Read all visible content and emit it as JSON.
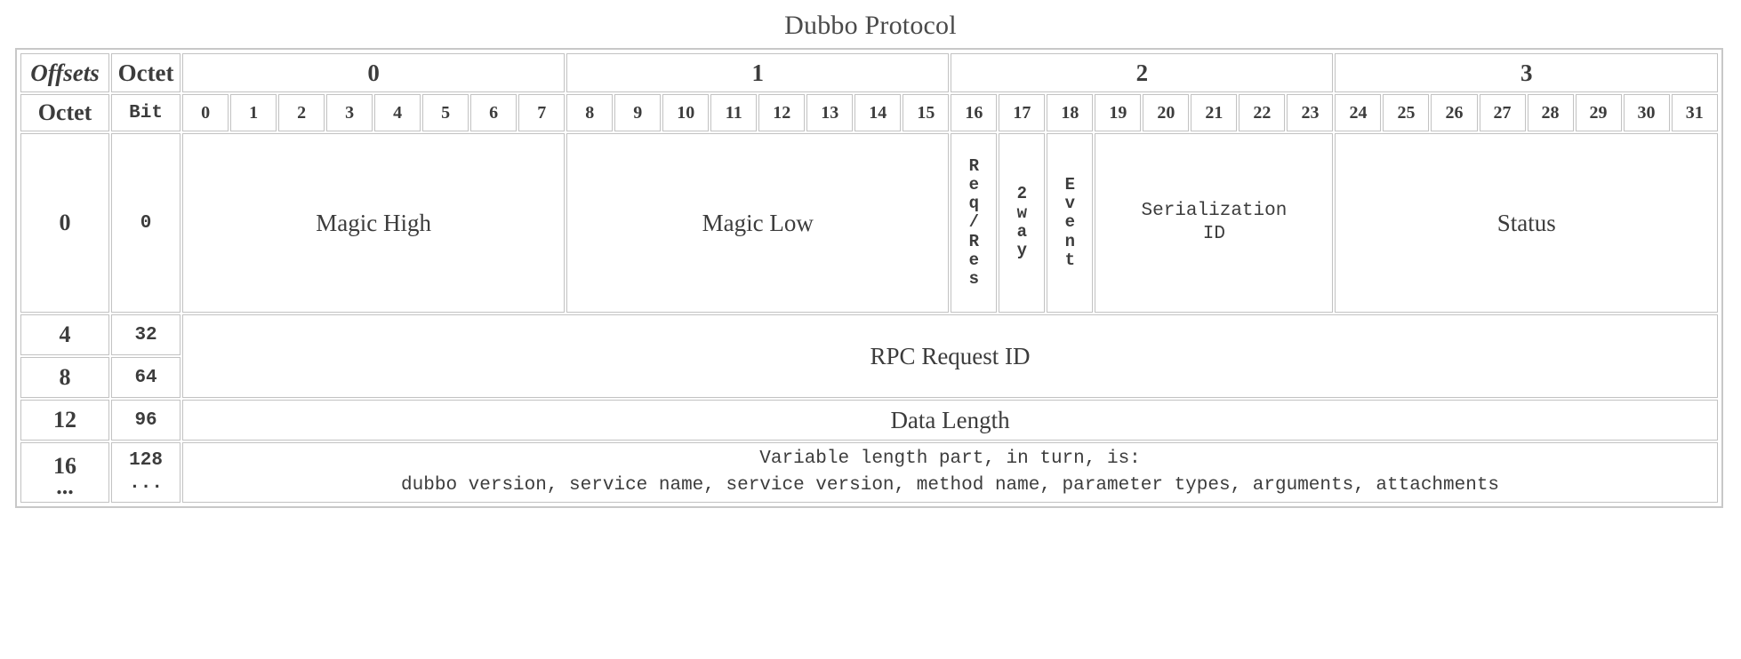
{
  "title": "Dubbo Protocol",
  "header": {
    "offsets_label": "Offsets",
    "octet_top_label": "Octet",
    "octet_left_label": "Octet",
    "bit_label": "Bit",
    "octet_numbers": [
      "0",
      "1",
      "2",
      "3"
    ],
    "bit_numbers": [
      "0",
      "1",
      "2",
      "3",
      "4",
      "5",
      "6",
      "7",
      "8",
      "9",
      "10",
      "11",
      "12",
      "13",
      "14",
      "15",
      "16",
      "17",
      "18",
      "19",
      "20",
      "21",
      "22",
      "23",
      "24",
      "25",
      "26",
      "27",
      "28",
      "29",
      "30",
      "31"
    ]
  },
  "rows": [
    {
      "octet_offset": "0",
      "bit_offset": "0",
      "fields": [
        {
          "name": "Magic High",
          "bits": 8,
          "style": "serif"
        },
        {
          "name": "Magic Low",
          "bits": 8,
          "style": "serif"
        },
        {
          "name": "Req/Res",
          "bits": 1,
          "style": "vertical",
          "letters": [
            "R",
            "e",
            "q",
            "/",
            "R",
            "e",
            "s"
          ]
        },
        {
          "name": "2way",
          "bits": 1,
          "style": "vertical",
          "letters": [
            "2",
            "w",
            "a",
            "y"
          ]
        },
        {
          "name": "Event",
          "bits": 1,
          "style": "vertical",
          "letters": [
            "E",
            "v",
            "e",
            "n",
            "t"
          ]
        },
        {
          "name": "Serialization ID",
          "bits": 5,
          "style": "mono",
          "lines": [
            "Serialization",
            "ID"
          ]
        },
        {
          "name": "Status",
          "bits": 8,
          "style": "serif"
        }
      ]
    },
    {
      "octet_offset": "4",
      "bit_offset": "32",
      "fields": [
        {
          "name": "RPC Request ID",
          "bits": 32,
          "style": "serif",
          "rowspan": 2
        }
      ]
    },
    {
      "octet_offset": "8",
      "bit_offset": "64",
      "fields": []
    },
    {
      "octet_offset": "12",
      "bit_offset": "96",
      "fields": [
        {
          "name": "Data Length",
          "bits": 32,
          "style": "serif"
        }
      ]
    },
    {
      "octet_offset": "16",
      "octet_offset_cont": "...",
      "bit_offset": "128",
      "bit_offset_cont": "...",
      "fields": [
        {
          "name": "Variable length part",
          "bits": 32,
          "style": "mono",
          "lines": [
            "Variable length part, in turn, is:",
            "dubbo version, service name, service version, method name, parameter types, arguments, attachments"
          ]
        }
      ]
    }
  ],
  "colors": {
    "border": "#c2c2c2",
    "frame": "#c8c8c8",
    "text": "#3c3c3c",
    "background": "#ffffff"
  }
}
